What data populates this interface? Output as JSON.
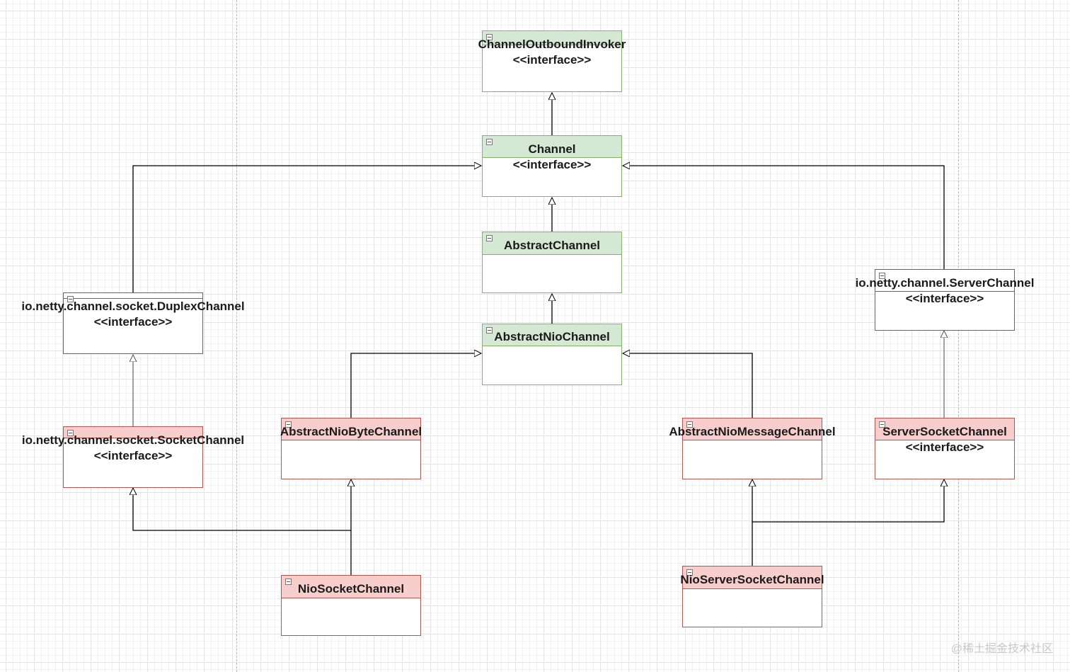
{
  "nodes": [
    {
      "id": "channel-outbound-invoker",
      "title": "ChannelOutboundInvoker",
      "stereotype": "<<interface>>",
      "fill": "green"
    },
    {
      "id": "channel",
      "title": "Channel",
      "stereotype": "<<interface>>",
      "fill": "green"
    },
    {
      "id": "abstract-channel",
      "title": "AbstractChannel",
      "stereotype": "",
      "fill": "green"
    },
    {
      "id": "abstract-nio-channel",
      "title": "AbstractNioChannel",
      "stereotype": "",
      "fill": "green"
    },
    {
      "id": "duplex-channel",
      "title": "io.netty.channel.socket.DuplexChannel",
      "stereotype": "<<interface>>",
      "fill": "none"
    },
    {
      "id": "server-channel",
      "title": "io.netty.channel.ServerChannel",
      "stereotype": "<<interface>>",
      "fill": "none"
    },
    {
      "id": "socket-channel",
      "title": "io.netty.channel.socket.SocketChannel",
      "stereotype": "<<interface>>",
      "fill": "red"
    },
    {
      "id": "abstract-nio-byte-channel",
      "title": "AbstractNioByteChannel",
      "stereotype": "",
      "fill": "red"
    },
    {
      "id": "abstract-nio-message-channel",
      "title": "AbstractNioMessageChannel",
      "stereotype": "",
      "fill": "red"
    },
    {
      "id": "server-socket-channel",
      "title": "ServerSocketChannel",
      "stereotype": "<<interface>>",
      "fill": "red"
    },
    {
      "id": "nio-socket-channel",
      "title": "NioSocketChannel",
      "stereotype": "",
      "fill": "red"
    },
    {
      "id": "nio-server-socket-channel",
      "title": "NioServerSocketChannel",
      "stereotype": "",
      "fill": "red"
    }
  ],
  "edges": [
    {
      "from": "channel",
      "to": "channel-outbound-invoker",
      "type": "generalization"
    },
    {
      "from": "abstract-channel",
      "to": "channel",
      "type": "generalization"
    },
    {
      "from": "abstract-nio-channel",
      "to": "abstract-channel",
      "type": "generalization"
    },
    {
      "from": "duplex-channel",
      "to": "channel",
      "type": "generalization"
    },
    {
      "from": "server-channel",
      "to": "channel",
      "type": "generalization"
    },
    {
      "from": "socket-channel",
      "to": "duplex-channel",
      "type": "generalization"
    },
    {
      "from": "abstract-nio-byte-channel",
      "to": "abstract-nio-channel",
      "type": "generalization"
    },
    {
      "from": "abstract-nio-message-channel",
      "to": "abstract-nio-channel",
      "type": "generalization"
    },
    {
      "from": "server-socket-channel",
      "to": "server-channel",
      "type": "generalization"
    },
    {
      "from": "nio-socket-channel",
      "to": "abstract-nio-byte-channel",
      "type": "generalization"
    },
    {
      "from": "nio-socket-channel",
      "to": "socket-channel",
      "type": "generalization"
    },
    {
      "from": "nio-server-socket-channel",
      "to": "abstract-nio-message-channel",
      "type": "generalization"
    },
    {
      "from": "nio-server-socket-channel",
      "to": "server-socket-channel",
      "type": "generalization"
    }
  ],
  "colors": {
    "green_fill": "#d5e8d4",
    "green_stroke": "#82b366",
    "red_fill": "#f8cecc",
    "red_stroke": "#b85450",
    "plain_stroke": "#666666",
    "edge": "#000000"
  },
  "icons": {
    "collapse": "minus-box-icon"
  },
  "watermark": "@稀土掘金技术社区"
}
